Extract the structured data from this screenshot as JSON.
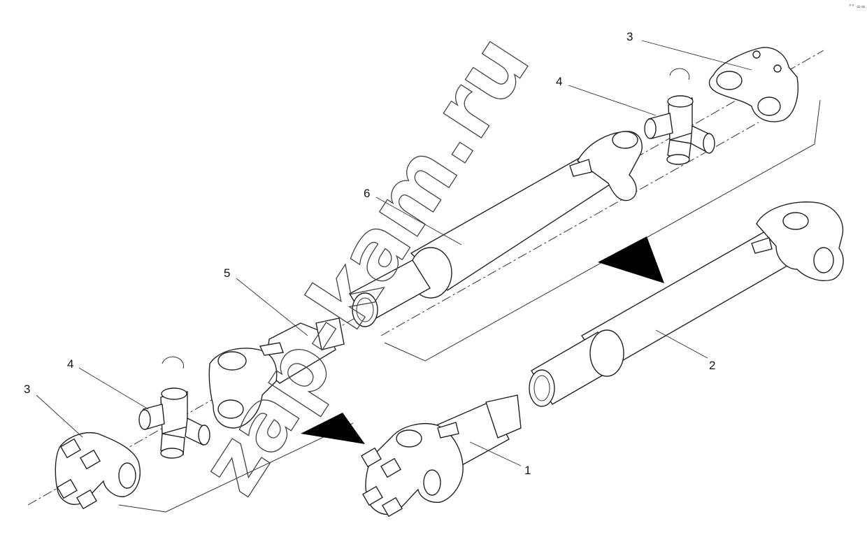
{
  "diagram": {
    "callouts": [
      {
        "id": "c3a",
        "text": "3"
      },
      {
        "id": "c4a",
        "text": "4"
      },
      {
        "id": "c6",
        "text": "6"
      },
      {
        "id": "c5",
        "text": "5"
      },
      {
        "id": "c4b",
        "text": "4"
      },
      {
        "id": "c3b",
        "text": "3"
      },
      {
        "id": "c2",
        "text": "2"
      },
      {
        "id": "c1",
        "text": "1"
      }
    ],
    "watermark": "zap-kam.ru",
    "corner_mark": "°° ∞∞"
  }
}
